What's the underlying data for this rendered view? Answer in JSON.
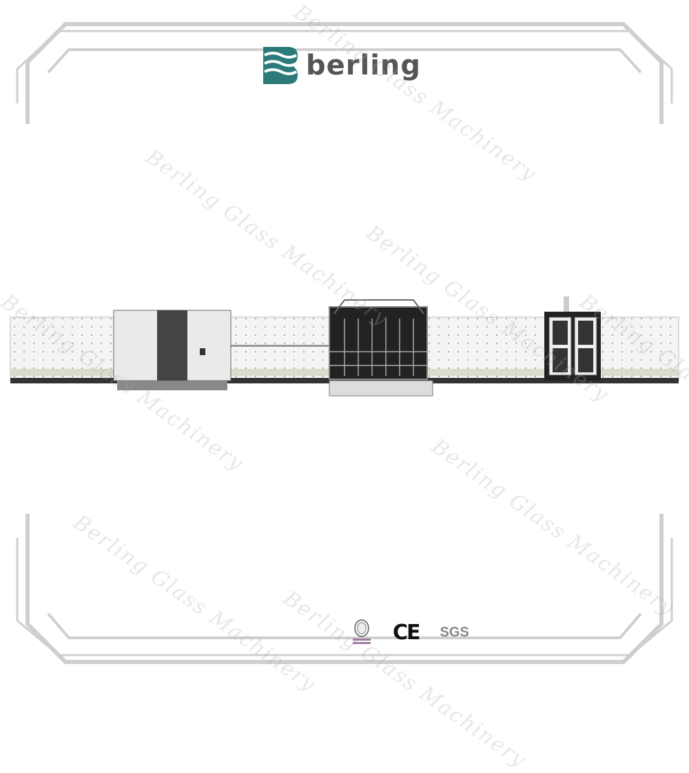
{
  "brand": {
    "name": "berling",
    "logo_color": "#2d7a7a",
    "text_color": "#555555"
  },
  "watermark": "Berling Glass Machinery",
  "product": {
    "icon": "insulating-glass-production-line"
  },
  "certifications": [
    {
      "icon": "bureau-veritas-seal-icon"
    },
    {
      "label": "CE"
    },
    {
      "label": "SGS"
    }
  ],
  "frame_color": "#c8c8c8"
}
